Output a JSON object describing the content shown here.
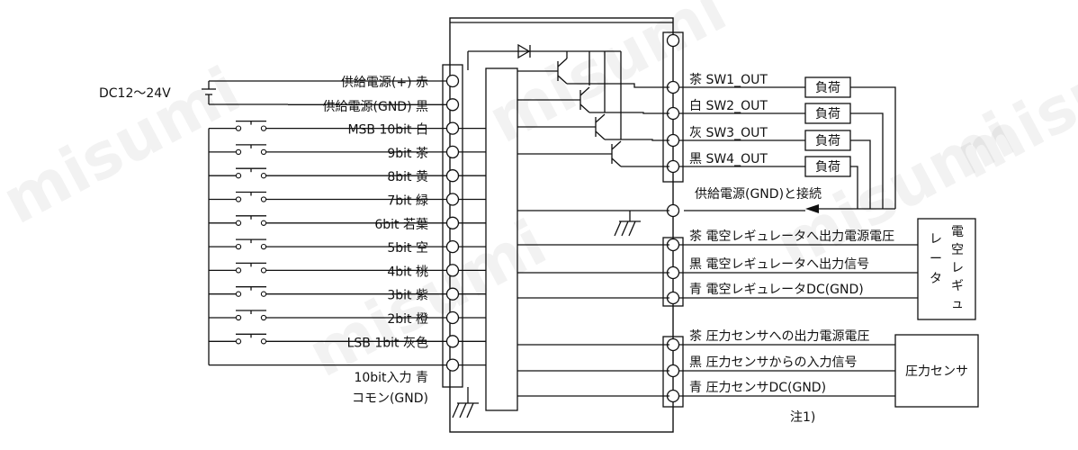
{
  "supply": {
    "dc_label": "DC12～24V",
    "plus_label": "供給電源(+) 赤",
    "gnd_label": "供給電源(GND) 黒"
  },
  "inputs": [
    "MSB 10bit 白",
    "9bit 茶",
    "8bit 黄",
    "7bit 緑",
    "6bit 若葉",
    "5bit 空",
    "4bit 桃",
    "3bit 紫",
    "2bit 橙",
    "LSB 1bit 灰色"
  ],
  "common": {
    "line1": "10bit入力 青",
    "line2": "コモン(GND)"
  },
  "outputs": [
    {
      "label": "茶 SW1_OUT",
      "load": "負荷"
    },
    {
      "label": "白 SW2_OUT",
      "load": "負荷"
    },
    {
      "label": "灰 SW3_OUT",
      "load": "負荷"
    },
    {
      "label": "黒 SW4_OUT",
      "load": "負荷"
    }
  ],
  "gnd_connect_label": "供給電源(GND)と接続",
  "regulator": {
    "box_col1": "レータ",
    "box_col2": "電空レギュ",
    "lines": [
      "茶 電空レギュレータへ出力電源電圧",
      "黒 電空レギュレータへ出力信号",
      "青 電空レギュレータDC(GND)"
    ]
  },
  "pressure_sensor": {
    "box_label": "圧力センサ",
    "lines": [
      "茶 圧力センサへの出力電源電圧",
      "黒 圧力センサからの入力信号",
      "青 圧力センサDC(GND)"
    ]
  },
  "note": "注1)",
  "watermark": "misumi"
}
